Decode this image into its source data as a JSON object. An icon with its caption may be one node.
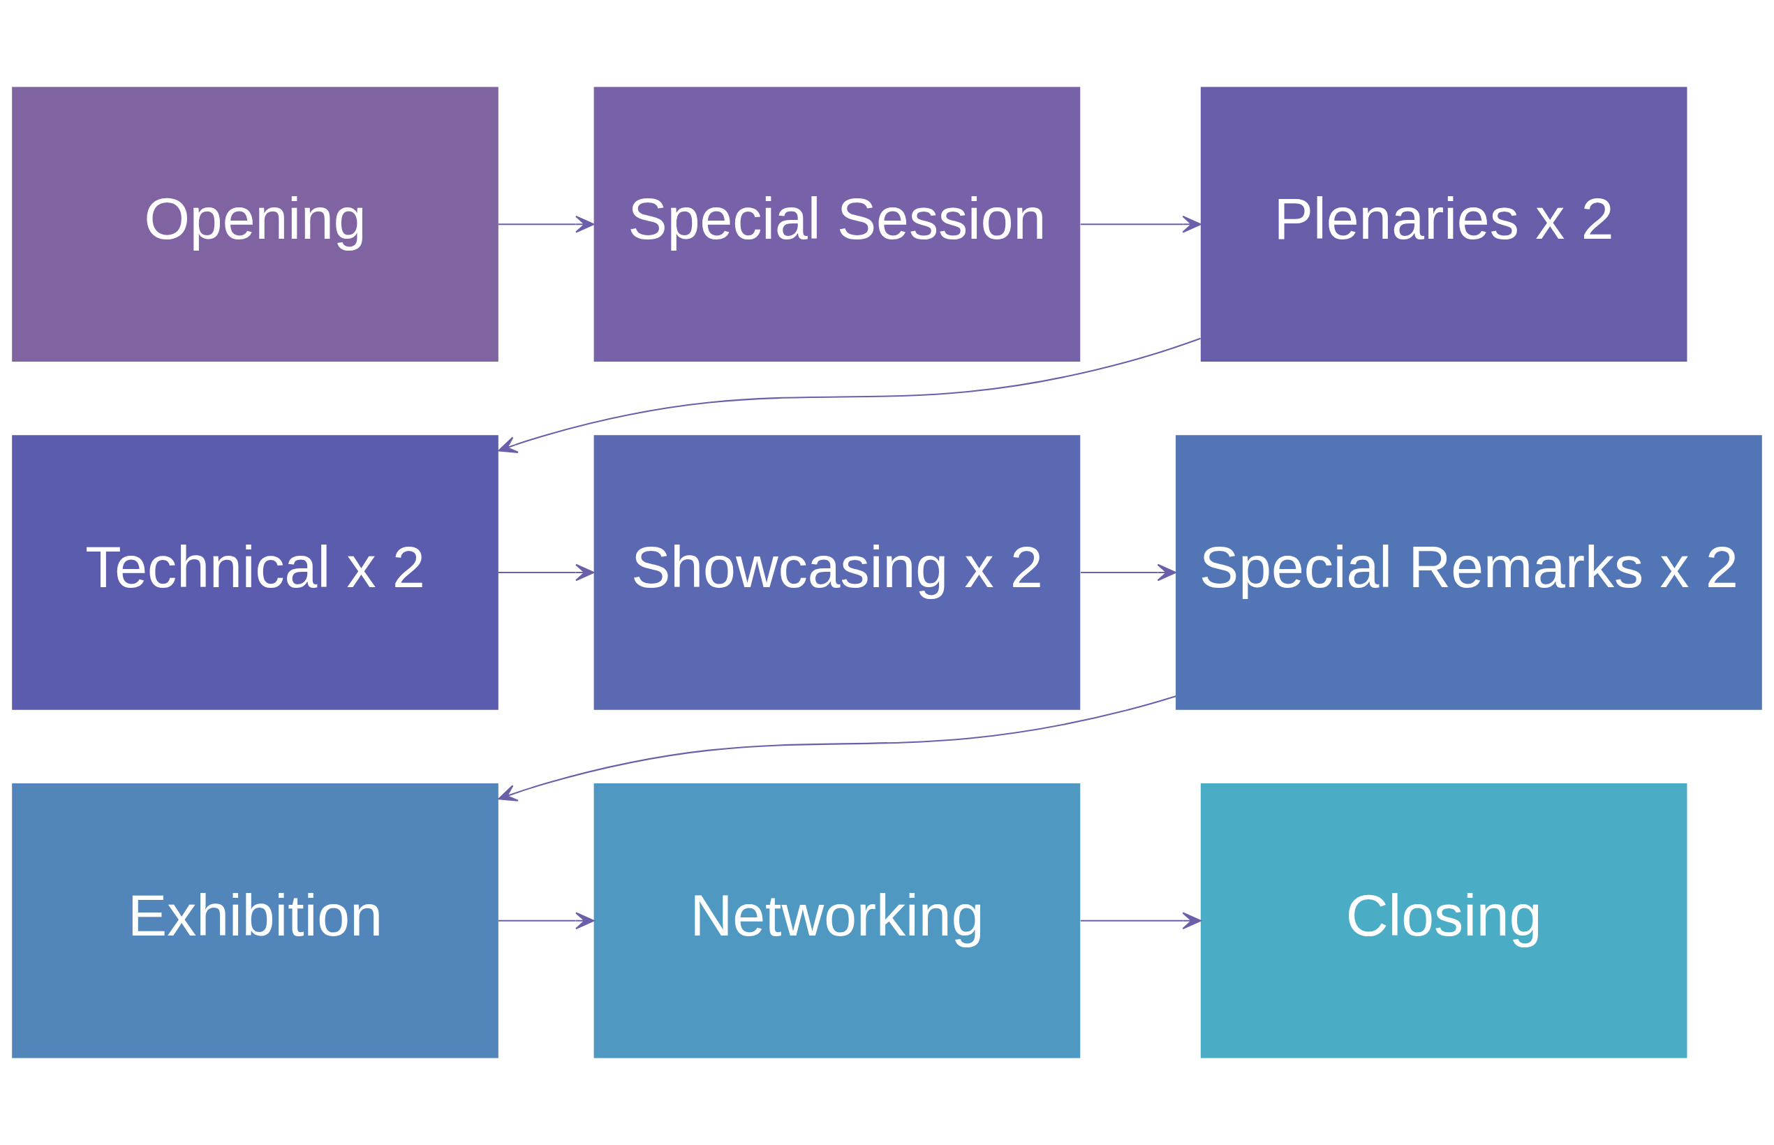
{
  "diagram": {
    "nodes": [
      {
        "text": [
          "Opening"
        ]
      },
      {
        "text": [
          "Special Session"
        ]
      },
      {
        "text": [
          "Plenaries x 2"
        ]
      },
      {
        "text": [
          "Technical x 2"
        ]
      },
      {
        "text": [
          "Showcasing x 2"
        ]
      },
      {
        "text": [
          "Special Remarks x 2"
        ]
      },
      {
        "text": [
          "Exhibition"
        ]
      },
      {
        "text": [
          "Networking"
        ]
      },
      {
        "text": [
          "Closing"
        ]
      }
    ],
    "edges": [
      {
        "from": 0,
        "to": 1,
        "arrow": "to"
      },
      {
        "from": 1,
        "to": 2,
        "arrow": "to"
      },
      {
        "from": 2,
        "to": 3,
        "arrow": "to"
      },
      {
        "from": 3,
        "to": 4,
        "arrow": "to"
      },
      {
        "from": 4,
        "to": 5,
        "arrow": "to"
      },
      {
        "from": 5,
        "to": 6,
        "arrow": "to"
      },
      {
        "from": 6,
        "to": 7,
        "arrow": "to"
      },
      {
        "from": 7,
        "to": 8,
        "arrow": "to"
      }
    ]
  }
}
